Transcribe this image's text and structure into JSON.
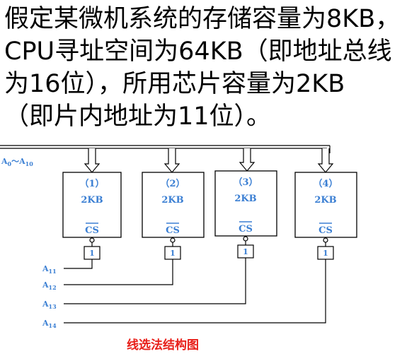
{
  "intro": {
    "line1": "假定某微机系统的存储容量为8KB，",
    "line2": "CPU寻址空间为64KB（即地址总线",
    "line3": "为16位），所用芯片容量为2KB",
    "line4": "（即片内地址为11位）。"
  },
  "bus": {
    "label_main": "A",
    "label_sub1": "0",
    "label_tilde": "～",
    "label_main2": "A",
    "label_sub2": "10"
  },
  "chips": [
    {
      "number": "（1）",
      "capacity": "2KB",
      "cs": "CS",
      "gate": "1"
    },
    {
      "number": "（2）",
      "capacity": "2KB",
      "cs": "CS",
      "gate": "1"
    },
    {
      "number": "（3）",
      "capacity": "2KB",
      "cs": "CS",
      "gate": "1"
    },
    {
      "number": "（4）",
      "capacity": "2KB",
      "cs": "CS",
      "gate": "1"
    }
  ],
  "address_lines": [
    {
      "main": "A",
      "sub": "11"
    },
    {
      "main": "A",
      "sub": "12"
    },
    {
      "main": "A",
      "sub": "13"
    },
    {
      "main": "A",
      "sub": "14"
    }
  ],
  "caption": "线选法结构图",
  "colors": {
    "label": "#3b7fd3",
    "caption": "#e8201a",
    "line": "#000000"
  }
}
